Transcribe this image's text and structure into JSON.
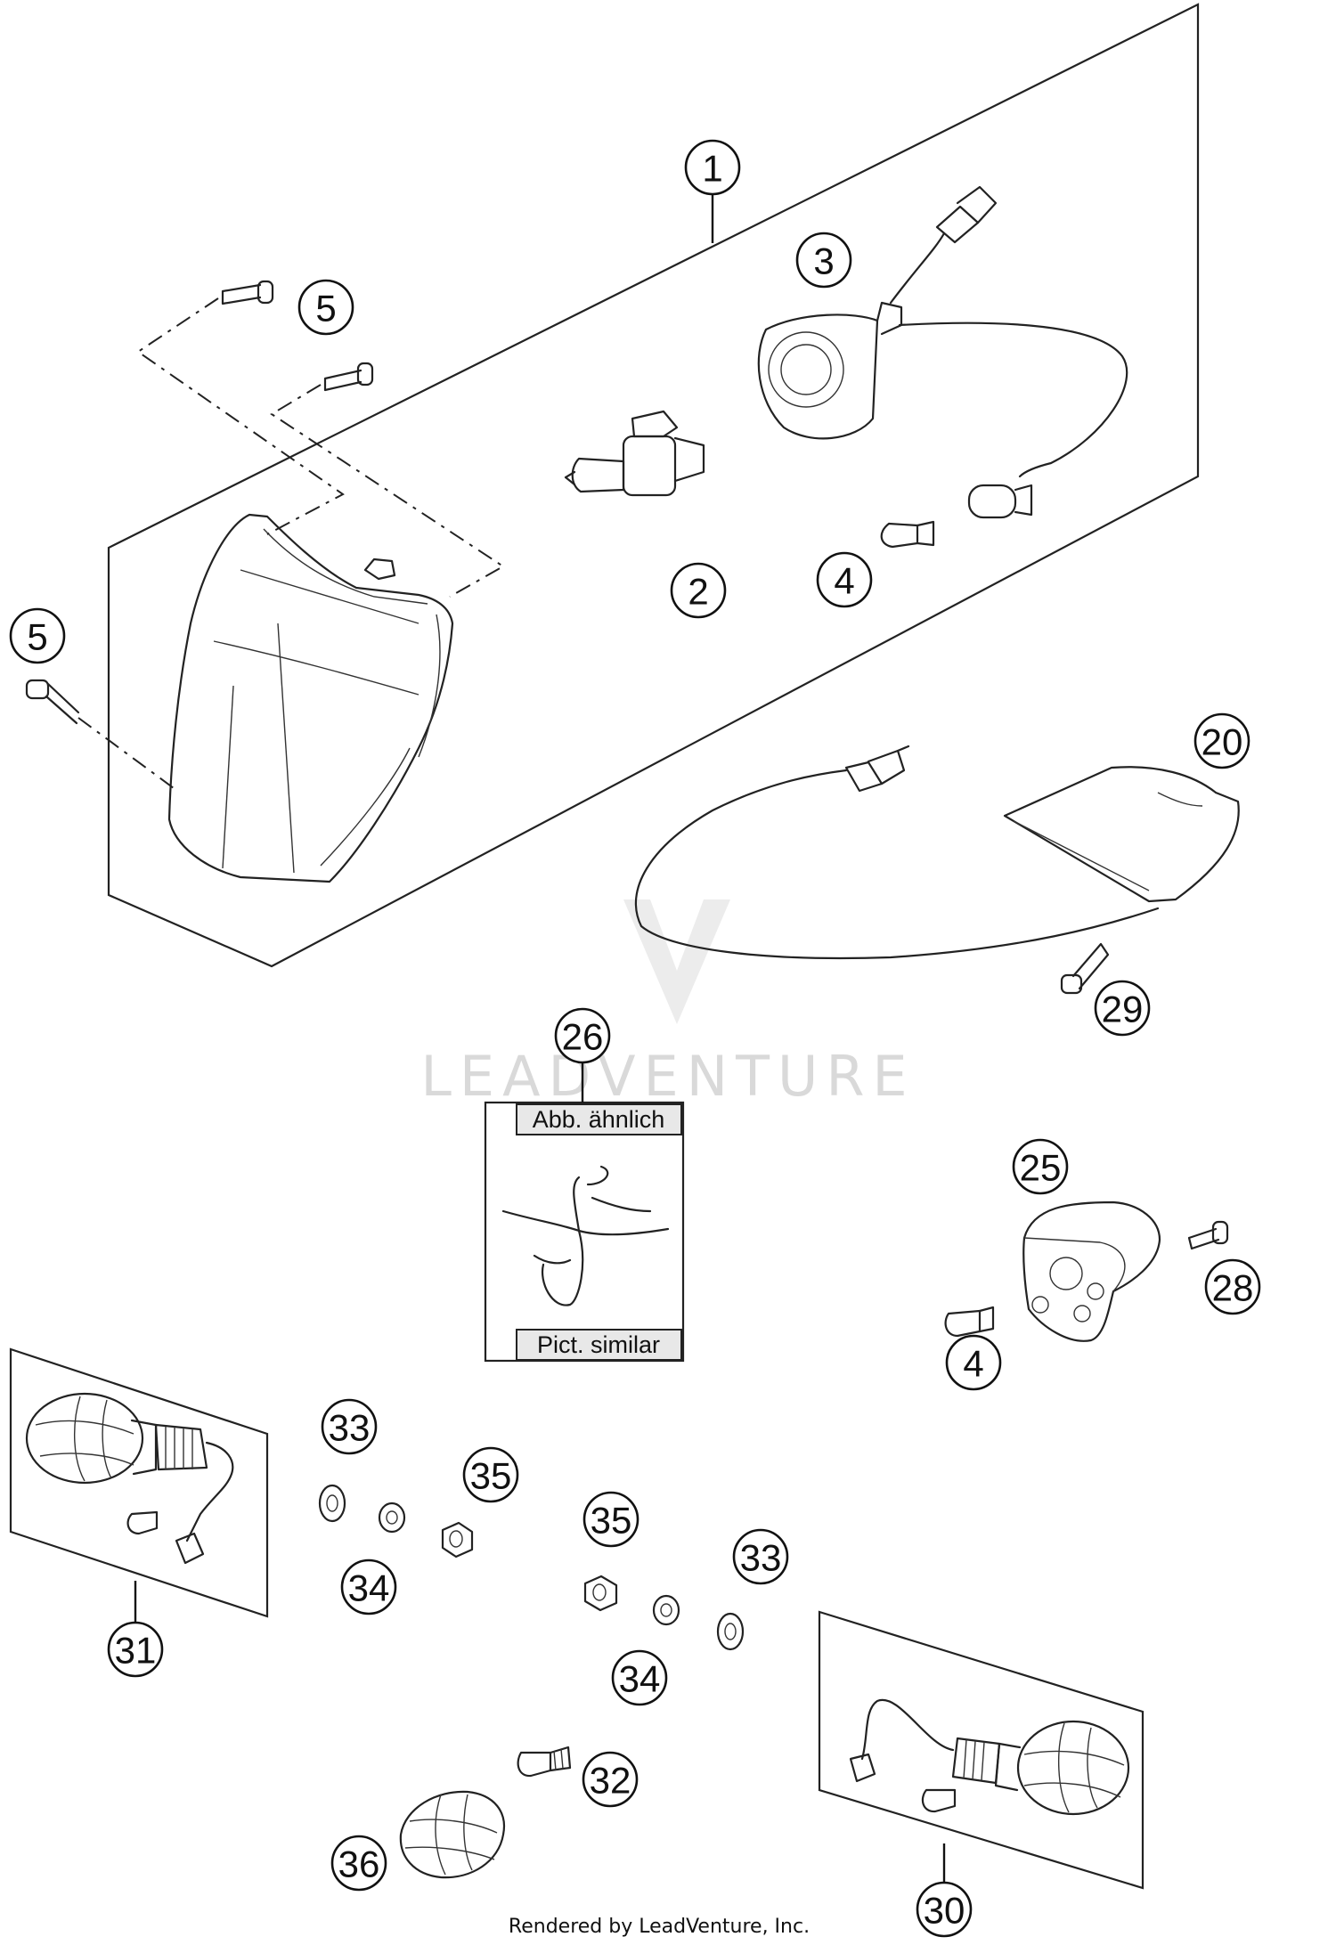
{
  "diagram": {
    "callouts": [
      {
        "id": "c1",
        "label": "1"
      },
      {
        "id": "c2",
        "label": "2"
      },
      {
        "id": "c3",
        "label": "3"
      },
      {
        "id": "c4a",
        "label": "4"
      },
      {
        "id": "c5a",
        "label": "5"
      },
      {
        "id": "c5b",
        "label": "5"
      },
      {
        "id": "c20",
        "label": "20"
      },
      {
        "id": "c29",
        "label": "29"
      },
      {
        "id": "c26",
        "label": "26"
      },
      {
        "id": "c25",
        "label": "25"
      },
      {
        "id": "c28",
        "label": "28"
      },
      {
        "id": "c4b",
        "label": "4"
      },
      {
        "id": "c33a",
        "label": "33"
      },
      {
        "id": "c35a",
        "label": "35"
      },
      {
        "id": "c34a",
        "label": "34"
      },
      {
        "id": "c31",
        "label": "31"
      },
      {
        "id": "c35b",
        "label": "35"
      },
      {
        "id": "c33b",
        "label": "33"
      },
      {
        "id": "c34b",
        "label": "34"
      },
      {
        "id": "c32",
        "label": "32"
      },
      {
        "id": "c36",
        "label": "36"
      },
      {
        "id": "c30",
        "label": "30"
      }
    ],
    "tag_top": "Abb. ähnlich",
    "tag_bottom": "Pict. similar",
    "watermark": "LEADVENTURE",
    "footer": "Rendered by LeadVenture, Inc."
  }
}
